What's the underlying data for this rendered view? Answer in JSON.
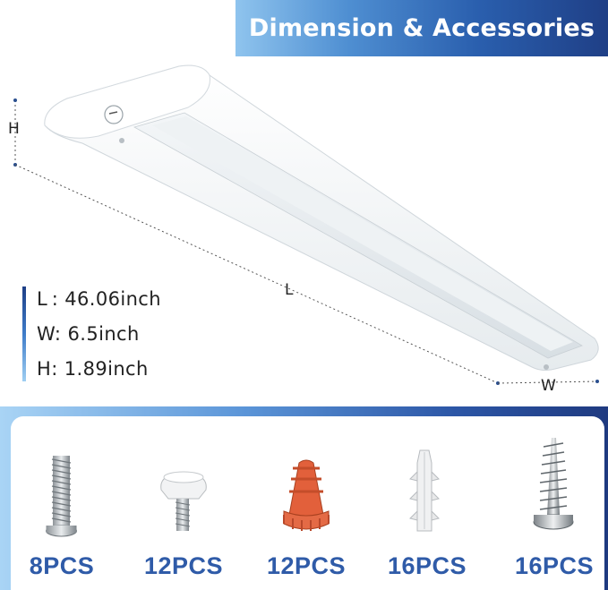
{
  "header": {
    "title": "Dimension & Accessories"
  },
  "diagram": {
    "height_label": "H",
    "length_label": "L",
    "width_label": "W"
  },
  "specs": [
    {
      "text": "L : 46.06inch"
    },
    {
      "text": "W: 6.5inch"
    },
    {
      "text": "H: 1.89inch"
    }
  ],
  "accessories": [
    {
      "icon": "machine-screw-icon",
      "qty": "8PCS"
    },
    {
      "icon": "thumb-screw-icon",
      "qty": "12PCS"
    },
    {
      "icon": "wire-nut-icon",
      "qty": "12PCS"
    },
    {
      "icon": "wall-anchor-icon",
      "qty": "16PCS"
    },
    {
      "icon": "wood-screw-icon",
      "qty": "16PCS"
    }
  ],
  "colors": {
    "banner_dark": "#1f3f86",
    "banner_light": "#8fc4ee",
    "qty_text": "#2f5ba8",
    "wire_nut_orange": "#e2603b"
  }
}
